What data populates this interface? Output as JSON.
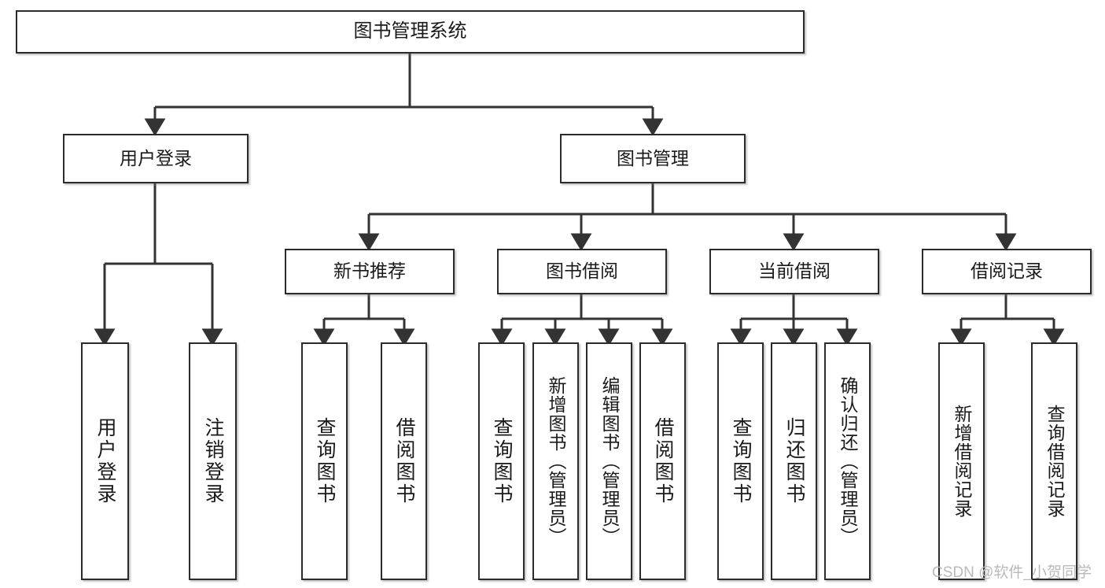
{
  "diagram": {
    "title": "图书管理系统",
    "root": {
      "id": "root",
      "label": "图书管理系统",
      "level": 0
    },
    "level2": [
      {
        "id": "user-login",
        "label": "用户登录"
      },
      {
        "id": "book-manage",
        "label": "图书管理"
      }
    ],
    "level3": [
      {
        "id": "new-book-recommend",
        "label": "新书推荐",
        "parent": "book-manage"
      },
      {
        "id": "book-borrow",
        "label": "图书借阅",
        "parent": "book-manage"
      },
      {
        "id": "current-borrow",
        "label": "当前借阅",
        "parent": "book-manage"
      },
      {
        "id": "borrow-record",
        "label": "借阅记录",
        "parent": "book-manage"
      }
    ],
    "leaves": [
      {
        "id": "leaf-user-login",
        "label": "用户登录",
        "parent": "user-login"
      },
      {
        "id": "leaf-logout-login",
        "label": "注销登录",
        "parent": "user-login"
      },
      {
        "id": "leaf-query-book-1",
        "label": "查询图书",
        "parent": "new-book-recommend"
      },
      {
        "id": "leaf-borrow-book-1",
        "label": "借阅图书",
        "parent": "new-book-recommend"
      },
      {
        "id": "leaf-query-book-2",
        "label": "查询图书",
        "parent": "book-borrow"
      },
      {
        "id": "leaf-add-book",
        "label": "新增图书（管理员）",
        "parent": "book-borrow"
      },
      {
        "id": "leaf-edit-book",
        "label": "编辑图书（管理员）",
        "parent": "book-borrow"
      },
      {
        "id": "leaf-borrow-book-2",
        "label": "借阅图书",
        "parent": "book-borrow"
      },
      {
        "id": "leaf-query-book-3",
        "label": "查询图书",
        "parent": "current-borrow"
      },
      {
        "id": "leaf-return-book",
        "label": "归还图书",
        "parent": "current-borrow"
      },
      {
        "id": "leaf-confirm-return",
        "label": "确认归还（管理员）",
        "parent": "current-borrow"
      },
      {
        "id": "leaf-add-record",
        "label": "新增借阅记录",
        "parent": "borrow-record"
      },
      {
        "id": "leaf-query-record",
        "label": "查询借阅记录",
        "parent": "borrow-record"
      }
    ],
    "watermark": "CSDN @软件_小贺同学",
    "colors": {
      "border": "#2b2b2b",
      "text": "#1a1a1a",
      "background": "#ffffff",
      "connector": "#333333",
      "watermark": "#b9b9b9"
    }
  }
}
